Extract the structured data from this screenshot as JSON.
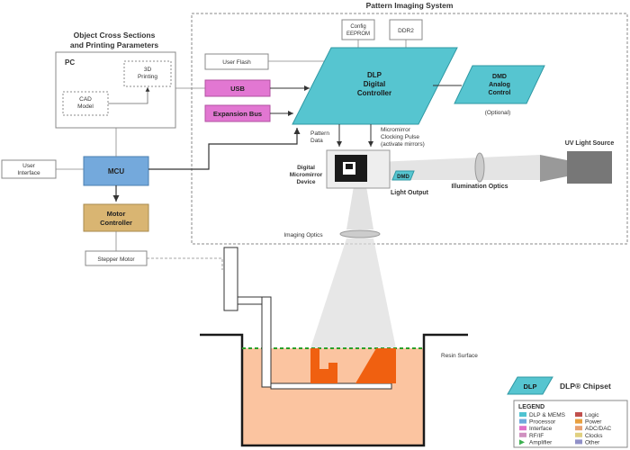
{
  "titles": {
    "pattern_system": "Pattern Imaging System",
    "object_line1": "Object Cross Sections",
    "object_line2": "and Printing Parameters"
  },
  "pc": {
    "label": "PC",
    "printing_line1": "3D",
    "printing_line2": "Printing",
    "cad_line1": "CAD",
    "cad_line2": "Model"
  },
  "blocks": {
    "user_interface_line1": "User",
    "user_interface_line2": "Interface",
    "mcu": "MCU",
    "motor_line1": "Motor",
    "motor_line2": "Controller",
    "stepper": "Stepper Motor",
    "usb": "USB",
    "expansion": "Expansion Bus",
    "user_flash": "User Flash",
    "config_line1": "Config",
    "config_line2": "EEPROM",
    "ddr2": "DDR2",
    "dlp_line1": "DLP",
    "dlp_line2": "Digital",
    "dlp_line3": "Controller",
    "dmd_analog_line1": "DMD",
    "dmd_analog_line2": "Analog",
    "dmd_analog_line3": "Control",
    "optional": "(Optional)"
  },
  "labels": {
    "pattern_line1": "Pattern",
    "pattern_line2": "Data",
    "micromirror_line1": "Micromirror",
    "micromirror_line2": "Clocking Pulse",
    "micromirror_line3": "(activate mirrors)",
    "dmd_dev_line1": "Digital",
    "dmd_dev_line2": "Micromirror",
    "dmd_dev_line3": "Device",
    "dmd_chip": "DMD",
    "light_output": "Light Output",
    "illumination": "Illumination Optics",
    "uv_source": "UV Light Source",
    "imaging_optics": "Imaging Optics",
    "resin_surface": "Resin Surface"
  },
  "chipset": {
    "badge": "DLP",
    "label": "DLP® Chipset"
  },
  "legend": {
    "title": "LEGEND",
    "items": [
      {
        "label": "DLP & MEMS",
        "color": "#4fc3d1",
        "shape": "rect"
      },
      {
        "label": "Logic",
        "color": "#c0504d",
        "shape": "rect"
      },
      {
        "label": "Processor",
        "color": "#6fa8dc",
        "shape": "rect"
      },
      {
        "label": "Power",
        "color": "#e8a040",
        "shape": "rect"
      },
      {
        "label": "Interface",
        "color": "#e070c8",
        "shape": "rect"
      },
      {
        "label": "ADC/DAC",
        "color": "#e8a070",
        "shape": "rect"
      },
      {
        "label": "RF/IF",
        "color": "#d090c0",
        "shape": "rect"
      },
      {
        "label": "Clocks",
        "color": "#e0d080",
        "shape": "rect"
      },
      {
        "label": "Amplifier",
        "color": "#3cb050",
        "shape": "triangle"
      },
      {
        "label": "Other",
        "color": "#9090c8",
        "shape": "rect"
      }
    ]
  },
  "colors": {
    "dlp": "#56c5d0",
    "processor": "#74a9dc",
    "motor": "#d9b572",
    "interface": "#e277d2",
    "resin": "#fbc4a0",
    "resin_object": "#f06010",
    "resin_surface_line": "#2aa02a"
  }
}
